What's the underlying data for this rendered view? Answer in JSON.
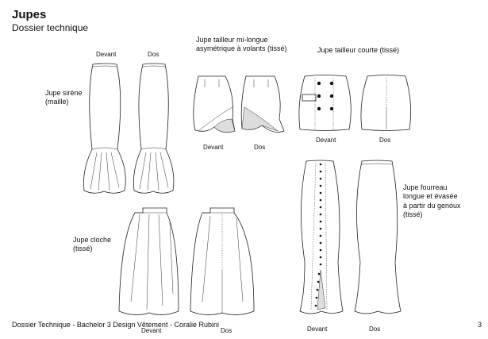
{
  "header": {
    "title": "Jupes",
    "subtitle": "Dossier technique"
  },
  "skirts": [
    {
      "name": "Jupe sirène",
      "detail": "(maille)",
      "front": "Devant",
      "back": "Dos"
    },
    {
      "name_line1": "Jupe tailleur mi-longue",
      "name_line2": "asymétrique à volants (tissé)",
      "front": "Devant",
      "back": "Dos"
    },
    {
      "name": "Jupe tailleur courte (tissé)",
      "front": "Devant",
      "back": "Dos"
    },
    {
      "name": "Jupe cloche",
      "detail": "(tissé)",
      "front": "Devant",
      "back": "Dos"
    },
    {
      "name_line1": "Jupe fourreau",
      "name_line2": "longue et évasée",
      "name_line3": "à partir du genoux",
      "detail": "(tissé)",
      "front": "Devant",
      "back": "Dos"
    }
  ],
  "footer": {
    "text": "Dossier Technique - Bachelor 3 Design Vêtement - Coralie Rubini",
    "page": "3"
  }
}
